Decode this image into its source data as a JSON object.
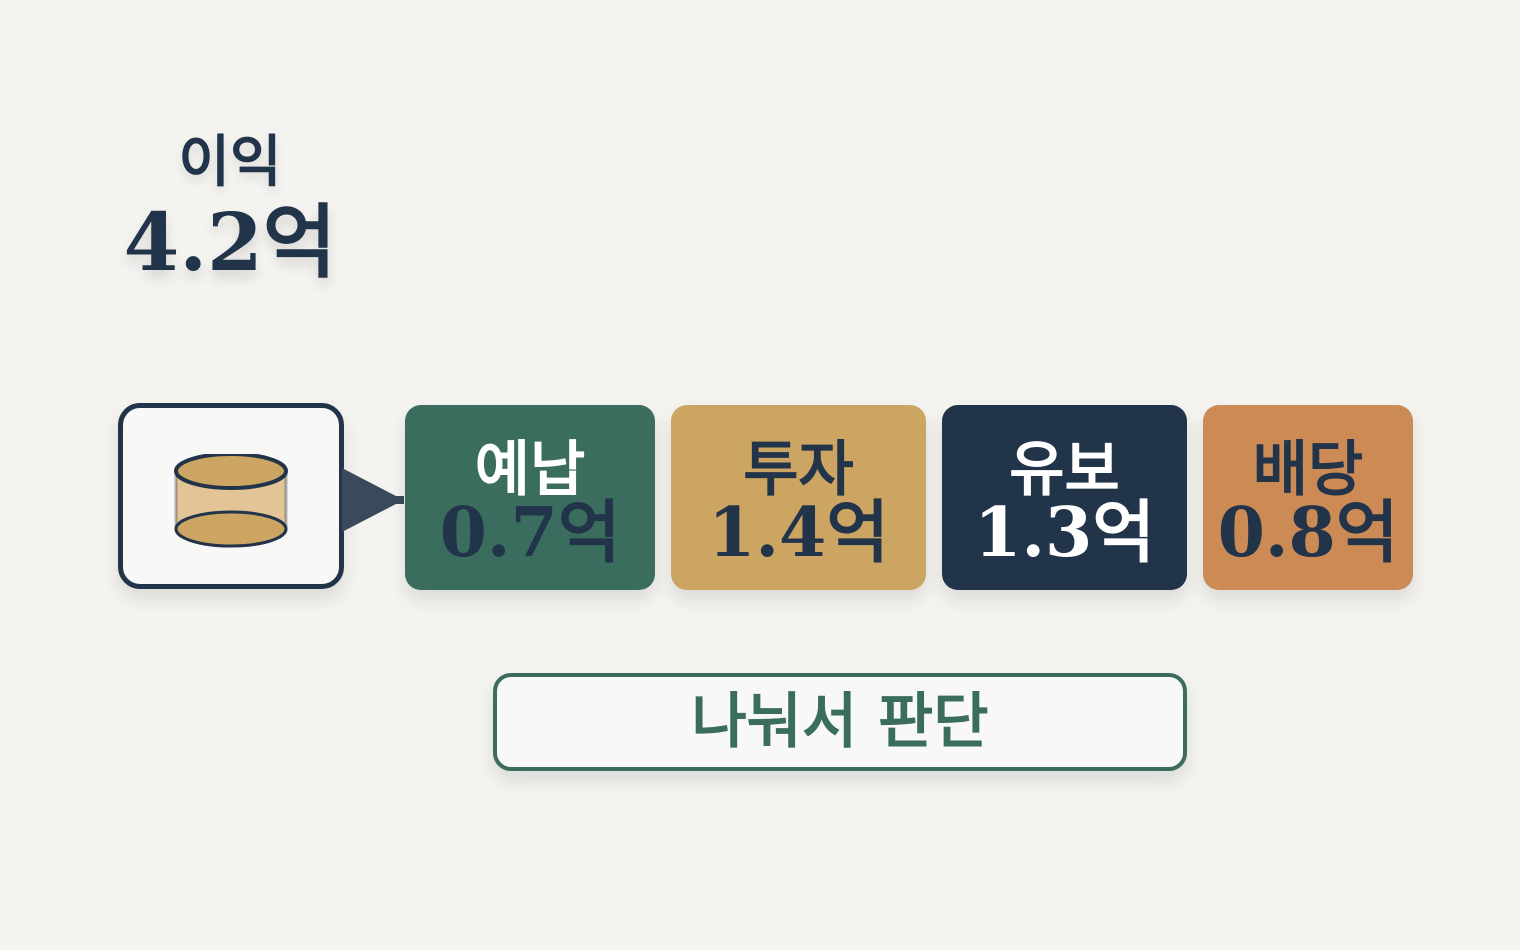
{
  "profit": {
    "label": "이익",
    "value": "4.2억"
  },
  "source": {
    "icon": "coin-stack-icon"
  },
  "allocations": [
    {
      "name": "예납",
      "amount": "0.7억",
      "bg": "#3a6d5e",
      "name_color": "#ffffff",
      "amount_color": "#22344a"
    },
    {
      "name": "투자",
      "amount": "1.4억",
      "bg": "#cda562",
      "name_color": "#22344a",
      "amount_color": "#22344a"
    },
    {
      "name": "유보",
      "amount": "1.3억",
      "bg": "#22344a",
      "name_color": "#ffffff",
      "amount_color": "#ffffff"
    },
    {
      "name": "배당",
      "amount": "0.8억",
      "bg": "#cc8a55",
      "name_color": "#22344a",
      "amount_color": "#22344a"
    }
  ],
  "action": {
    "label": "나눠서 판단"
  },
  "colors": {
    "background": "#f4f3ef",
    "navy": "#22344a",
    "green": "#3a6d5e",
    "gold": "#cda562",
    "orange": "#cc8a55"
  }
}
